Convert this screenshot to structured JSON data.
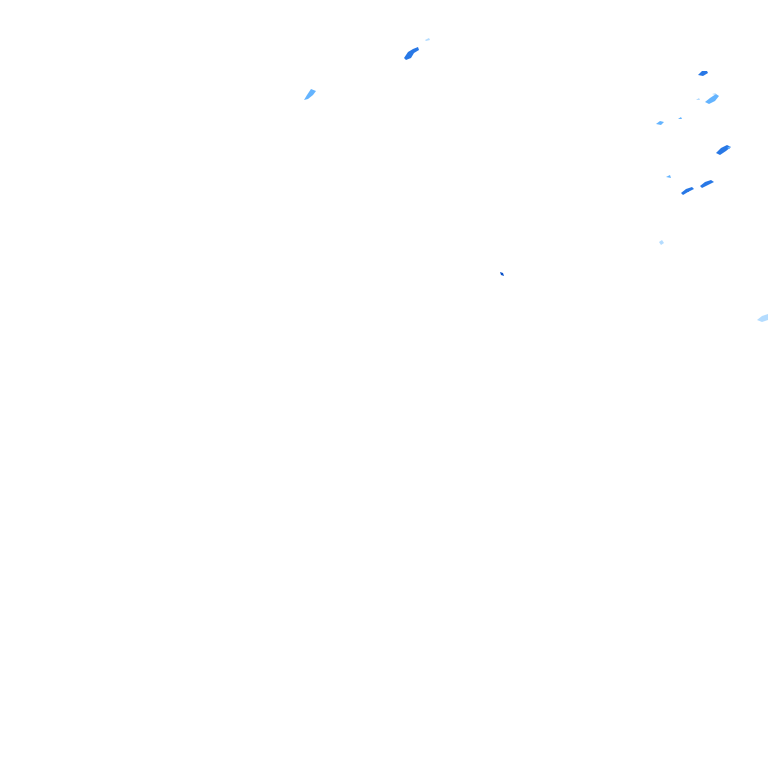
{
  "overlay": {
    "type": "precipitation-radar",
    "background": "#ffffff",
    "palette": {
      "light": "#b4dcff",
      "moderate": "#64b4ff",
      "heavy": "#2878e6",
      "very-heavy": "#0a50c8"
    },
    "echoes": [
      {
        "name": "echo-cell-1",
        "intensity": "heavy"
      },
      {
        "name": "echo-cell-2",
        "intensity": "light"
      },
      {
        "name": "echo-cell-3",
        "intensity": "moderate"
      },
      {
        "name": "echo-cell-4",
        "intensity": "heavy"
      },
      {
        "name": "echo-cell-5",
        "intensity": "moderate"
      },
      {
        "name": "echo-cell-6",
        "intensity": "light"
      },
      {
        "name": "echo-cell-7",
        "intensity": "moderate"
      },
      {
        "name": "echo-cell-8",
        "intensity": "heavy"
      },
      {
        "name": "echo-cell-9",
        "intensity": "moderate"
      },
      {
        "name": "echo-cell-10",
        "intensity": "heavy"
      },
      {
        "name": "echo-cell-11",
        "intensity": "heavy"
      },
      {
        "name": "echo-cell-12",
        "intensity": "light"
      },
      {
        "name": "echo-cell-13",
        "intensity": "very-heavy"
      },
      {
        "name": "echo-cell-14",
        "intensity": "light"
      },
      {
        "name": "echo-cell-15",
        "intensity": "light"
      },
      {
        "name": "echo-cell-16",
        "intensity": "moderate"
      }
    ]
  }
}
